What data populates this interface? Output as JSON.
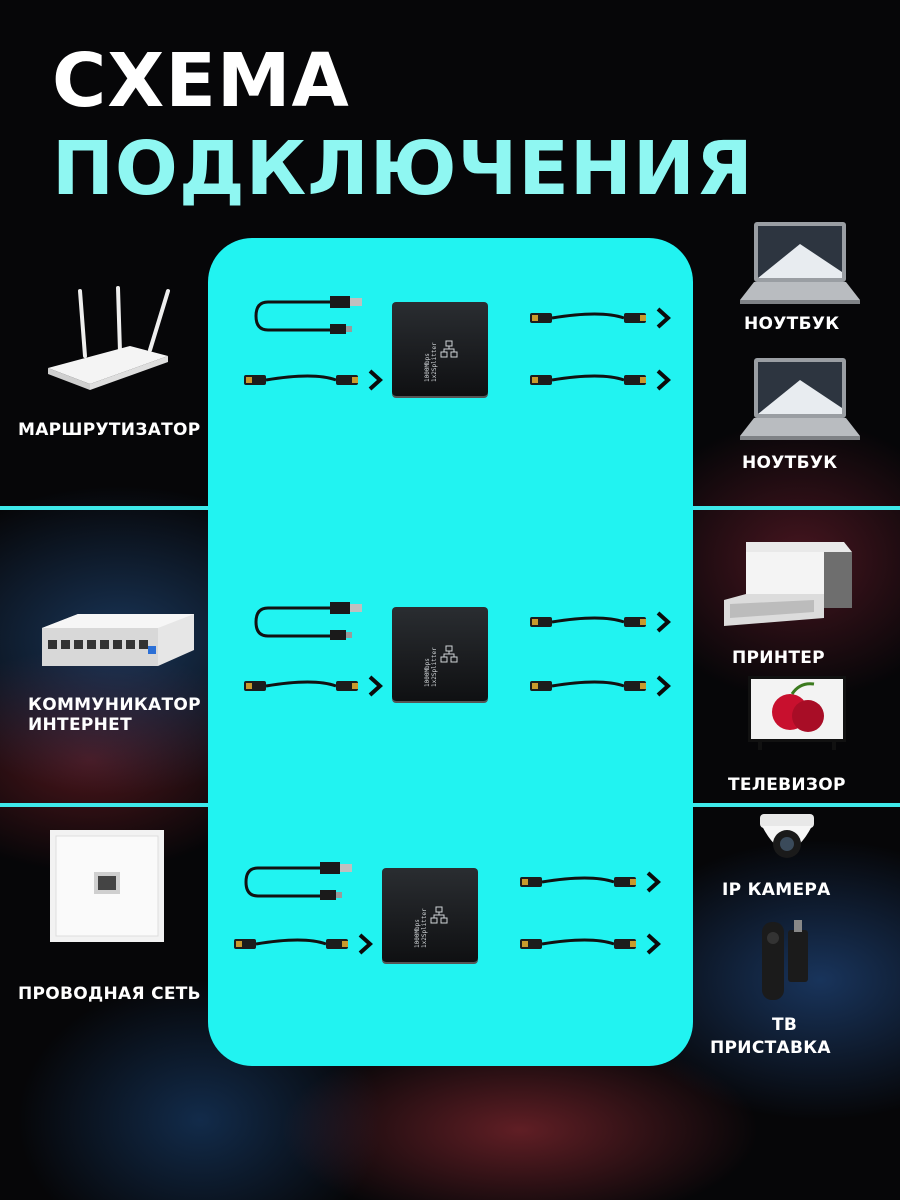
{
  "title": {
    "line1": "СХЕМА",
    "line2": "ПОДКЛЮЧЕНИЯ"
  },
  "colors": {
    "accent": "#21f3f1",
    "title_accent": "#8ff7f2",
    "divider": "#3ee9ea"
  },
  "left_devices": [
    {
      "label": "МАРШРУТИЗАТОР",
      "icon": "router-icon"
    },
    {
      "label_line1": "КОММУНИКАТОР",
      "label_line2": "ИНТЕРНЕТ",
      "icon": "network-switch-icon"
    },
    {
      "label": "ПРОВОДНАЯ СЕТЬ",
      "icon": "ethernet-wall-socket-icon"
    }
  ],
  "right_devices": [
    {
      "label": "НОУТБУК",
      "icon": "laptop-icon"
    },
    {
      "label": "НОУТБУК",
      "icon": "laptop-icon"
    },
    {
      "label": "ПРИНТЕР",
      "icon": "printer-icon"
    },
    {
      "label": "ТЕЛЕВИЗОР",
      "icon": "tv-icon"
    },
    {
      "label": "IP КАМЕРА",
      "icon": "ip-camera-icon"
    },
    {
      "label_line1": "ТВ",
      "label_line2": "ПРИСТАВКА",
      "icon": "tv-stick-icon"
    }
  ],
  "splitter": {
    "text": "1000Mbps 1x2Splitter",
    "icon": "network-splitter-icon"
  }
}
